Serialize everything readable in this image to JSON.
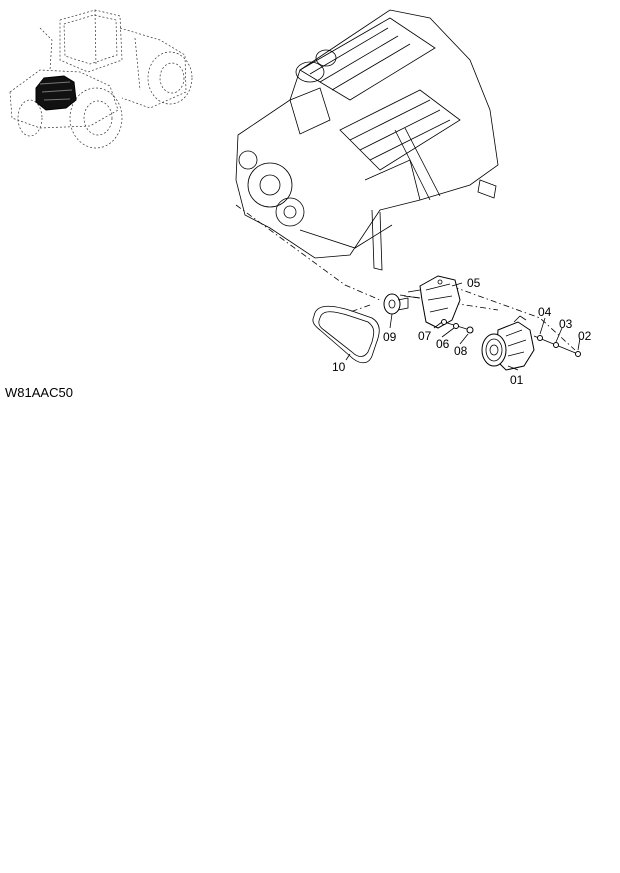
{
  "figure_code": "W81AAC50",
  "callouts": {
    "c01": "01",
    "c02": "02",
    "c03": "03",
    "c04": "04",
    "c05": "05",
    "c06": "06",
    "c07": "07",
    "c08": "08",
    "c09": "09",
    "c10": "10"
  },
  "icons": {
    "machine": "wheel-loader-locator-icon",
    "engine": "engine-assembly-icon",
    "compressor": "ac-compressor-icon",
    "belt": "v-belt-icon",
    "pulley": "idler-pulley-icon",
    "bracket": "bracket-icon"
  }
}
